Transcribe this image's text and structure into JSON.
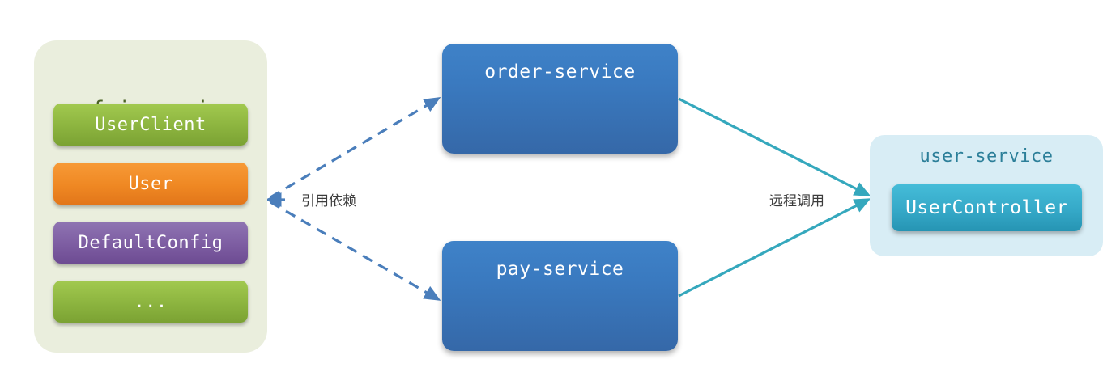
{
  "diagram": {
    "type": "architecture-flow",
    "background": "#ffffff",
    "palette": {
      "feign_panel_bg": "#eaeedd",
      "feign_title": "#4a6123",
      "chip_green": "#8cb43f",
      "chip_orange": "#ef8823",
      "chip_purple": "#7d5da2",
      "service_blue": "#3a7ac0",
      "user_panel_bg": "#d8edf5",
      "user_title": "#2c7f99",
      "controller_teal": "#35a9c8",
      "dashed_edge": "#4a7ebb",
      "solid_edge": "#35a8bd",
      "label_text": "#3c3c3c"
    }
  },
  "feign_panel": {
    "title": "feign-api",
    "components": [
      {
        "label": "UserClient",
        "color": "green"
      },
      {
        "label": "User",
        "color": "orange"
      },
      {
        "label": "DefaultConfig",
        "color": "purple"
      },
      {
        "label": "...",
        "color": "green"
      }
    ]
  },
  "services": [
    {
      "name": "order-service"
    },
    {
      "name": "pay-service"
    }
  ],
  "user_panel": {
    "title": "user-service",
    "controller": "UserController"
  },
  "edges": [
    {
      "label": "引用依赖",
      "style": "dashed",
      "color": "#4a7ebb",
      "from": "feign-api",
      "to": [
        "order-service",
        "pay-service"
      ]
    },
    {
      "label": "远程调用",
      "style": "solid",
      "color": "#35a8bd",
      "from": [
        "order-service",
        "pay-service"
      ],
      "to": "user-service"
    }
  ]
}
